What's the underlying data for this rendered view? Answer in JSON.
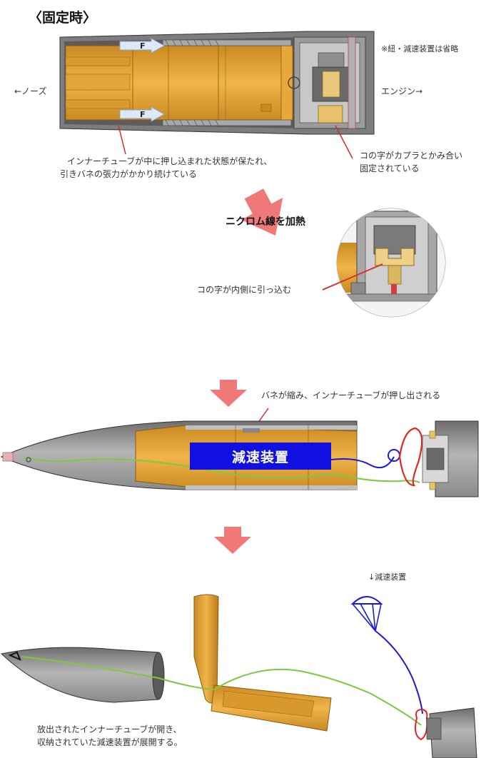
{
  "heading": "〈固定時〉",
  "note_omitted": "※紐・減速装置は省略",
  "nose_label": "←ノーズ",
  "engine_label": "エンジン→",
  "force_label": "F",
  "inner_tube_note": [
    "インナーチューブが中に押し込まれた状態が保たれ、",
    "引きバネの張力がかかり続けている"
  ],
  "cshape_note": [
    "コの字がカプラとかみ合い",
    "固定されている"
  ],
  "heat_label": "ニクロム線を加熱",
  "pull_in_label": "コの字が内側に引っ込む",
  "spring_note": "バネが縮み、インナーチューブが押し出される",
  "drogue_box_label": "減速装置",
  "parachute_label": "↓減速装置",
  "deploy_note": [
    "放出されたインナーチューブが開き、",
    "収納されていた減速装置が展開する。"
  ],
  "colors": {
    "tube_orange": "#e8a838",
    "body_gray": "#9a9a9a",
    "arrow_pink": "#f07878",
    "cord_green": "#7ac943",
    "cord_blue": "#1a1adc",
    "cord_red": "#e52222",
    "drogue_blue": "#1010e0"
  }
}
